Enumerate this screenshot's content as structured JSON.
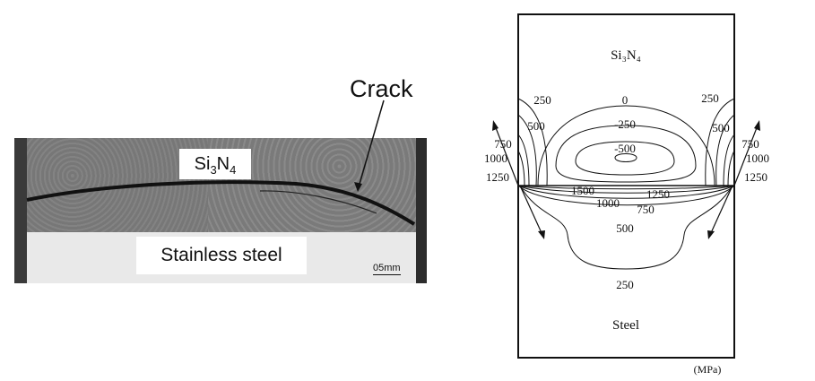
{
  "photo": {
    "upper_label": "Si",
    "upper_sub1": "3",
    "upper_n": "N",
    "upper_sub2": "4",
    "lower_label": "Stainless steel",
    "scale_bar": "05mm",
    "crack_label": "Crack"
  },
  "diagram": {
    "top_material": "Si₃N₄",
    "bottom_material": "Steel",
    "unit": "(MPa)",
    "contour_labels": {
      "l250": "250",
      "l500": "500",
      "l750": "750",
      "l1000": "1000",
      "l1250": "1250",
      "r250": "250",
      "r500": "500",
      "r750": "750",
      "r1000": "1000",
      "r1250": "1250",
      "c0": "0",
      "cm250": "-250",
      "cm500": "-500",
      "c1500": "1500",
      "c1250": "1250",
      "c1000": "1000",
      "c750": "750",
      "c500": "500",
      "c250": "250"
    }
  }
}
